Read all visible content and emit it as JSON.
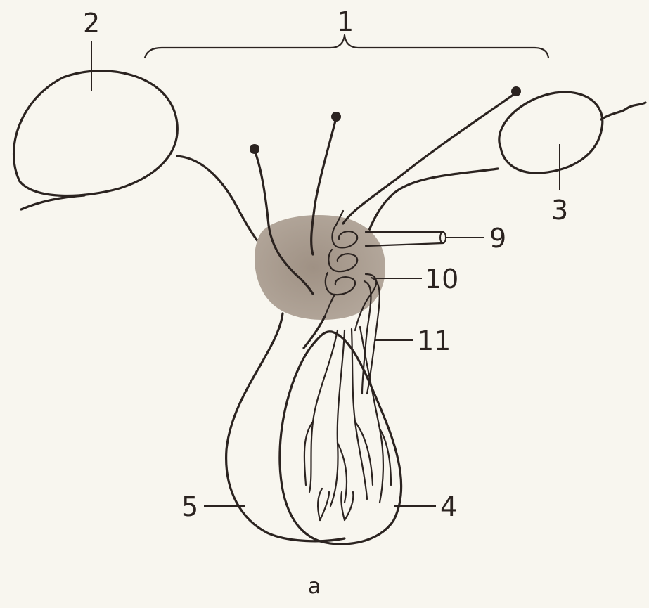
{
  "labels": {
    "l1": "1",
    "l2": "2",
    "l3": "3",
    "l4": "4",
    "l5": "5",
    "l9": "9",
    "l10": "10",
    "l11": "11"
  },
  "caption": "a",
  "colors": {
    "background": "#f8f6ef",
    "ovary_left": "#ec8f98",
    "ovary_right": "#f3c4c4",
    "gland_4": "#e57f8c",
    "central_mass": "#a89a8d",
    "outline": "#2b2320"
  }
}
